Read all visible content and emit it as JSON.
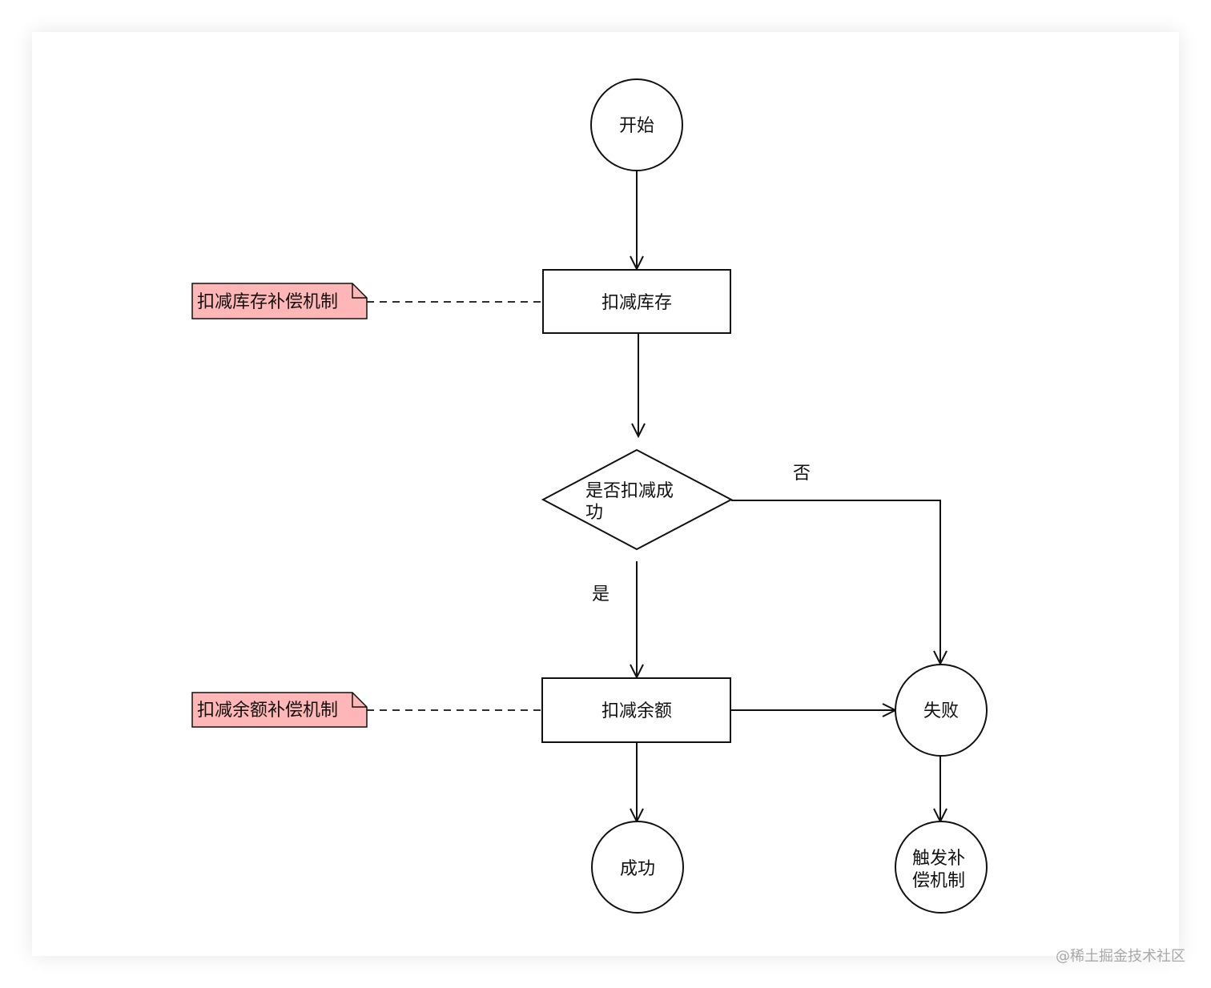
{
  "nodes": {
    "start": "开始",
    "deduct_stock": "扣减库存",
    "decision_line1": "是否扣减成",
    "decision_line2": "功",
    "deduct_balance": "扣减余额",
    "fail": "失败",
    "success": "成功",
    "trigger_line1": "触发补",
    "trigger_line2": "偿机制"
  },
  "notes": {
    "stock_compensation": "扣减库存补偿机制",
    "balance_compensation": "扣减余额补偿机制"
  },
  "edge_labels": {
    "no": "否",
    "yes": "是"
  },
  "colors": {
    "note_fill": "#ffb6b6",
    "stroke": "#111111"
  },
  "watermark": "@稀土掘金技术社区"
}
